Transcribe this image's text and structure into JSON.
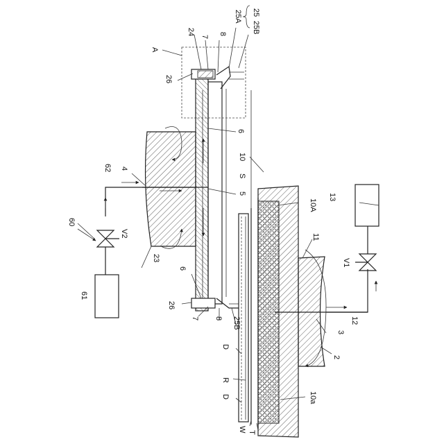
{
  "labels": {
    "l25": "25",
    "l25A": "25A",
    "l25B_top": "25B",
    "l24": "24",
    "l7_top": "7",
    "l8_top": "8",
    "lA": "A",
    "l26_top": "26",
    "l6_top": "6",
    "l10": "10",
    "lS": "S",
    "l62": "62",
    "l4": "4",
    "l5": "5",
    "l13": "13",
    "l10A": "10A",
    "l60": "60",
    "lV2": "V2",
    "l11": "11",
    "lV1": "V1",
    "l61": "61",
    "l23": "23",
    "l6_bot": "6",
    "l26_bot": "26",
    "l7_bot": "7",
    "l8_bot": "8",
    "l25B_bot": "25B",
    "l12": "12",
    "l3": "3",
    "l2": "2",
    "lD_1": "D",
    "lR": "R",
    "lD_2": "D",
    "l10a": "10a",
    "lW": "W",
    "lT": "T"
  }
}
